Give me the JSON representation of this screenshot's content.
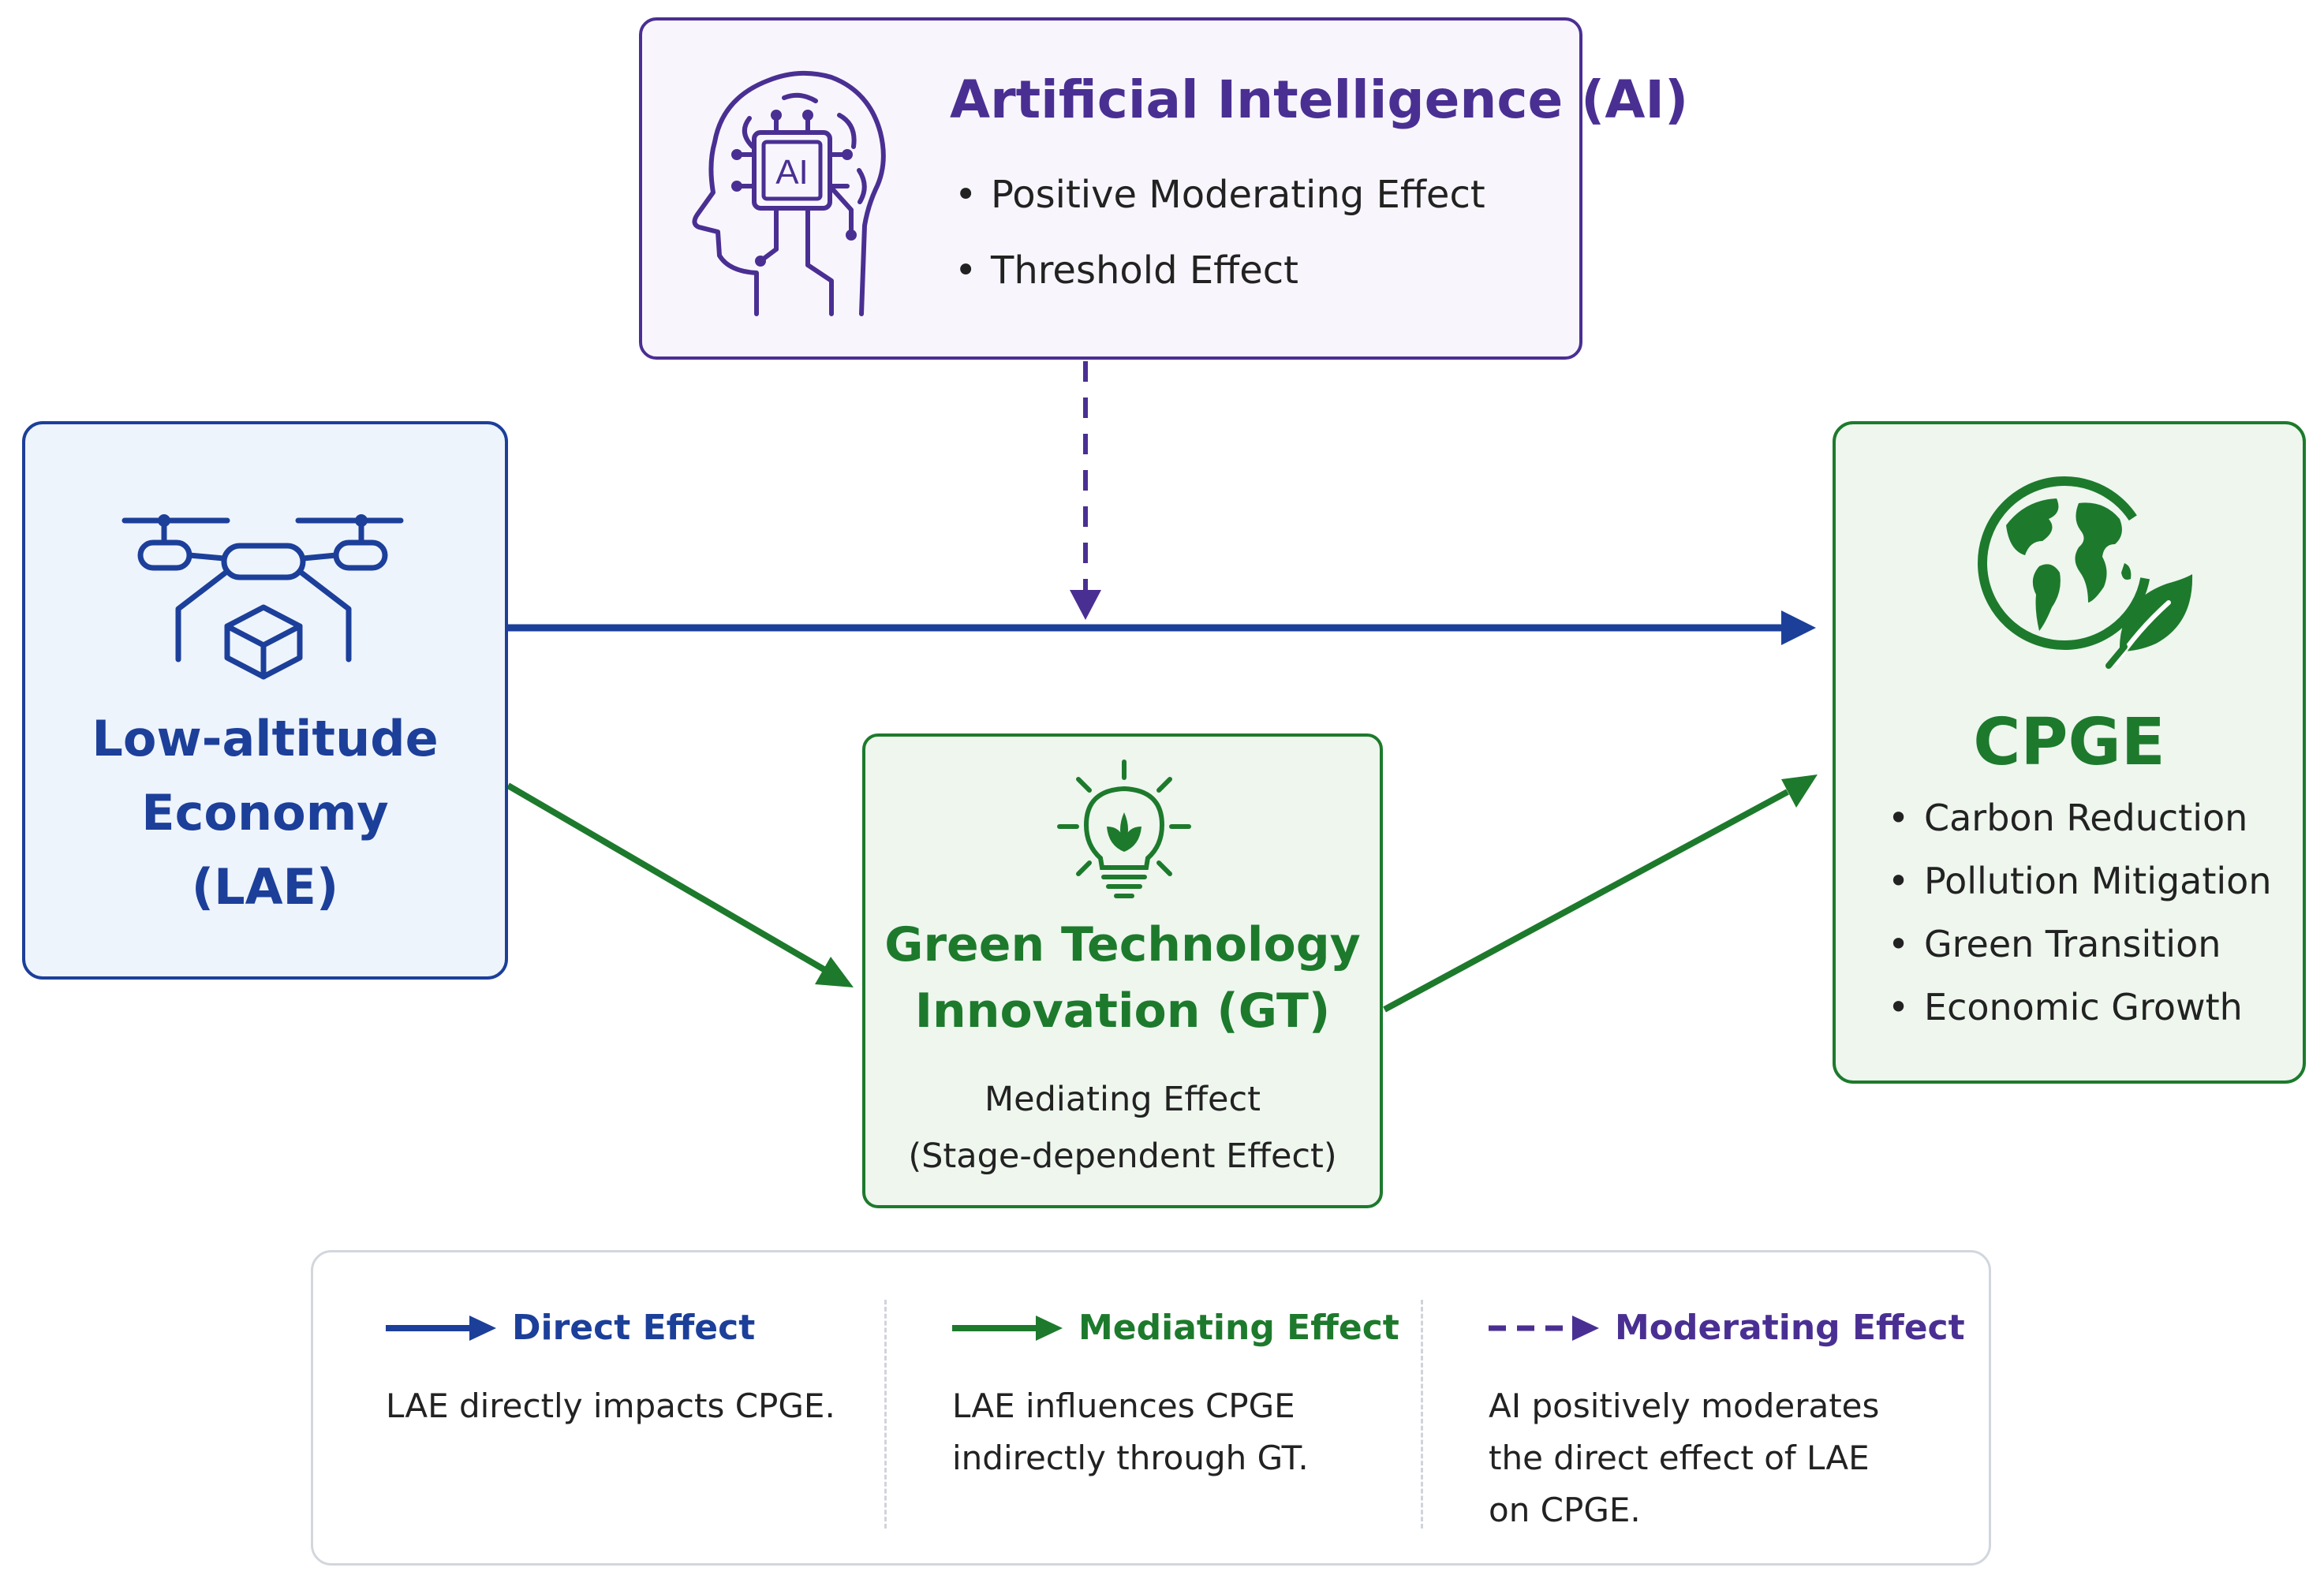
{
  "colors": {
    "direct": "#1c3f9a",
    "mediating": "#1d7a2c",
    "moderating": "#4a2f93"
  },
  "ai": {
    "title": "Artificial Intelligence (AI)",
    "icon": "ai-head-icon",
    "chip_label": "AI",
    "bullets": [
      "Positive Moderating Effect",
      "Threshold Effect"
    ]
  },
  "lae": {
    "icon": "drone-icon",
    "title_lines": [
      "Low-altitude",
      "Economy",
      "(LAE)"
    ]
  },
  "gt": {
    "icon": "lightbulb-icon",
    "title_lines": [
      "Green Technology",
      "Innovation (GT)"
    ],
    "subtitle_lines": [
      "Mediating Effect",
      "(Stage-dependent Effect)"
    ]
  },
  "cpge": {
    "icon": "globe-leaf-icon",
    "title": "CPGE",
    "bullets": [
      "Carbon Reduction",
      "Pollution Mitigation",
      "Green Transition",
      "Economic Growth"
    ]
  },
  "legend": {
    "direct": {
      "label": "Direct Effect",
      "desc_lines": [
        "LAE directly impacts CPGE."
      ]
    },
    "mediating": {
      "label": "Mediating Effect",
      "desc_lines": [
        "LAE influences CPGE",
        "indirectly through GT."
      ]
    },
    "moderating": {
      "label": "Moderating Effect",
      "desc_lines": [
        "AI positively moderates",
        "the direct effect of LAE",
        "on CPGE."
      ]
    }
  }
}
